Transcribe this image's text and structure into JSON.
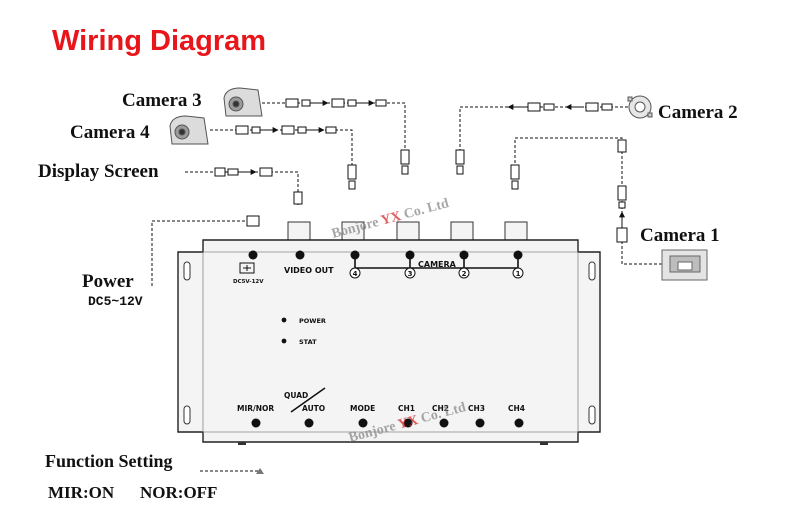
{
  "title": "Wiring Diagram",
  "colors": {
    "title": "#e8161b",
    "line": "#111111",
    "box_fill": "#f4f4f4",
    "watermark": "#8a8a8a",
    "watermark_accent": "#d42a2a"
  },
  "labels": {
    "camera3": "Camera 3",
    "camera4": "Camera 4",
    "camera2": "Camera 2",
    "camera1": "Camera 1",
    "display": "Display Screen",
    "power": "Power",
    "power_spec": "DC5~12V",
    "function_setting": "Function Setting",
    "mir_on": "MIR:ON",
    "nor_off": "NOR:OFF"
  },
  "device": {
    "dc_label": "DC5V-12V",
    "video_out": "VIDEO OUT",
    "camera": "CAMERA",
    "ports": [
      "4",
      "3",
      "2",
      "1"
    ],
    "led_power": "POWER",
    "led_stat": "STAT",
    "quad": "QUAD",
    "mir_nor": "MIR/NOR",
    "auto": "AUTO",
    "mode": "MODE",
    "ch1": "CH1",
    "ch2": "CH2",
    "ch3": "CH3",
    "ch4": "CH4"
  },
  "watermark": {
    "prefix": "Bonjore ",
    "accent": "YX",
    "suffix": " Co. Ltd"
  },
  "icons": [
    "camera-3-icon",
    "camera-4-icon",
    "camera-2-icon",
    "camera-1-icon",
    "power-plug-icon"
  ]
}
